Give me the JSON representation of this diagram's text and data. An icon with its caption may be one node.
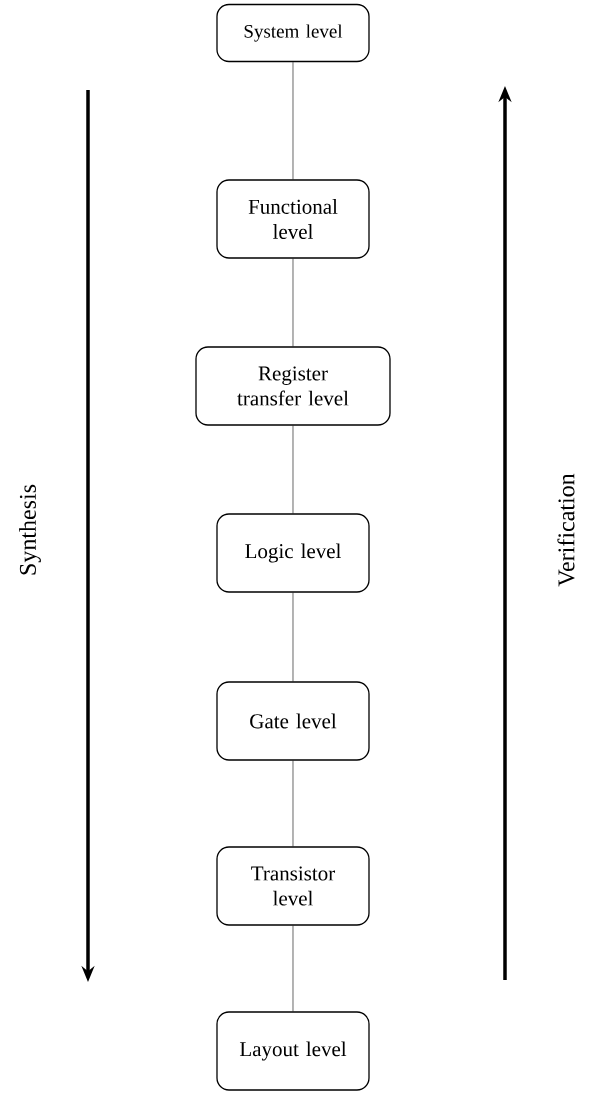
{
  "diagram": {
    "nodes": [
      {
        "text": [
          "System level"
        ]
      },
      {
        "text": [
          "Functional level"
        ]
      },
      {
        "text": [
          "Register transfer level"
        ]
      },
      {
        "text": [
          "Logic level"
        ]
      },
      {
        "text": [
          "Gate level"
        ]
      },
      {
        "text": [
          "Transistor level"
        ]
      },
      {
        "text": [
          "Layout level"
        ]
      }
    ],
    "edges": [
      {
        "from": 0,
        "to": 1,
        "arrow": "none"
      },
      {
        "from": 1,
        "to": 2,
        "arrow": "none"
      },
      {
        "from": 2,
        "to": 3,
        "arrow": "none"
      },
      {
        "from": 3,
        "to": 4,
        "arrow": "none"
      },
      {
        "from": 4,
        "to": 5,
        "arrow": "none"
      },
      {
        "from": 5,
        "to": 6,
        "arrow": "none"
      }
    ],
    "labels": [
      "Synthesis",
      "Verification"
    ]
  }
}
